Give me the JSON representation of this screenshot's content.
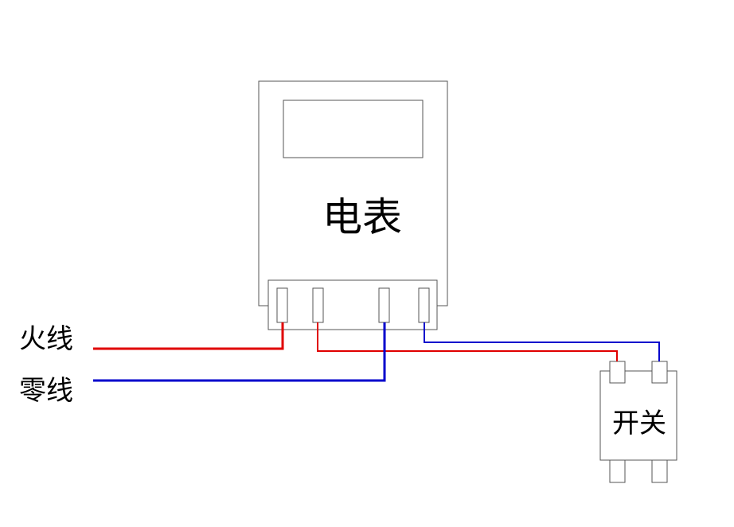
{
  "meter": {
    "label": "电表"
  },
  "switch": {
    "label": "开关"
  },
  "wires": {
    "live_label": "火线",
    "neutral_label": "零线"
  },
  "colors": {
    "live": "#e00000",
    "neutral": "#0000cc",
    "outline": "#555555"
  }
}
